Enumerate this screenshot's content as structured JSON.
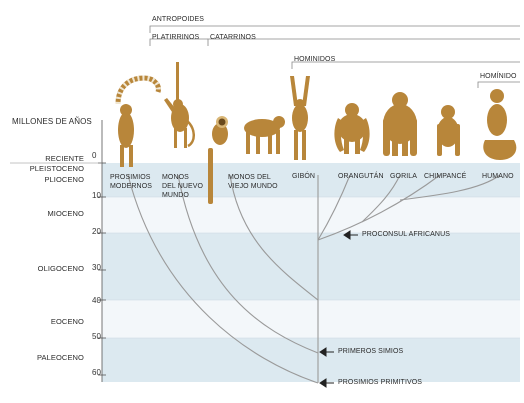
{
  "groups": {
    "antropoides": "ANTROPOIDES",
    "platirrinos": "PLATIRRINOS",
    "catarrinos": "CATARRINOS",
    "hominidos": "HOMINIDOS",
    "hominido": "HOMÍNIDO"
  },
  "axis_title": "MILLONES DE AÑOS",
  "epochs": {
    "reciente": "RECIENTE",
    "pleistoceno": "PLEISTOCENO",
    "plioceno": "PLIOCENO",
    "mioceno": "MIOCENO",
    "oligoceno": "OLIGOCENO",
    "eoceno": "EOCENO",
    "paleoceno": "PALEOCENO"
  },
  "ticks": [
    "0",
    "10",
    "20",
    "30",
    "40",
    "50",
    "60"
  ],
  "species": {
    "prosimios": "PROSIMIOS MODERNOS",
    "nuevo_mundo": "MONOS DEL NUEVO MUNDO",
    "viejo_mundo": "MONOS DEL VIEJO MUNDO",
    "gibon": "GIBÓN",
    "orangutan": "ORANGUTÁN",
    "gorila": "GORILA",
    "chimpance": "CHIMPANCÉ",
    "humano": "HUMANO"
  },
  "annotations": {
    "proconsul": "PROCONSUL AFRICANUS",
    "primeros_simios": "PRIMEROS SIMIOS",
    "prosimios_primitivos": "PROSIMIOS PRIMITIVOS"
  },
  "colors": {
    "band_blue": "#dce9f0",
    "band_light": "#f1f6f9",
    "figure_tan": "#b8863a",
    "line": "#9a9a9a",
    "text": "#2b2b2b"
  },
  "icons": {
    "prosimios": "lemur-silhouette-icon",
    "nuevo_mundo": "spider-monkey-silhouette-icon",
    "viejo_mundo": "macaque-silhouette-icon",
    "gibon": "gibbon-silhouette-icon",
    "orangutan": "orangutan-silhouette-icon",
    "gorila": "gorilla-silhouette-icon",
    "chimpance": "chimpanzee-silhouette-icon",
    "humano": "human-silhouette-icon"
  }
}
